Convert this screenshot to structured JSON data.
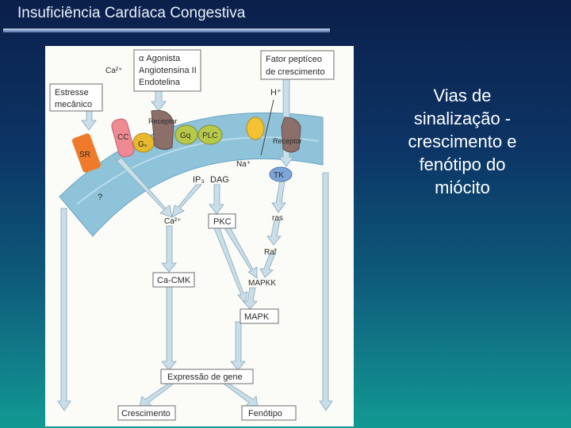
{
  "slide": {
    "title": "Insuficiência Cardíaca Congestiva",
    "side_lines": [
      "Vias de",
      "sinalização -",
      "crescimento e",
      "fenótipo do",
      "miócito"
    ]
  },
  "diagram": {
    "agonist_lines": [
      "α Agonista",
      "Angiotensina II",
      "Endotelina"
    ],
    "growth_factor_lines": [
      "Fator peptíceo",
      "de crescimento"
    ],
    "stress_lines": [
      "Estresse",
      "mecânico"
    ],
    "ca_ion": "Ca²⁺",
    "h_ion": "H⁺",
    "na_ion": "Na⁺",
    "receptor_left": "Receptor",
    "receptor_right": "Receptor",
    "sr": "SR",
    "cc": "CC",
    "gs": "Gₛ",
    "gq": "Gq",
    "plc": "PLC",
    "tk": "TK",
    "ip3": "IP₃",
    "dag": "DAG",
    "question": "?",
    "ca2_inside": "Ca²⁺",
    "pkc": "PKC",
    "ras": "ras",
    "raf": "Raf",
    "mapkk": "MAPKK",
    "ca_cmk": "Ca-CMK",
    "mapk": "MAPK",
    "gene_expression": "Expressão de gene",
    "growth": "Crescimento",
    "phenotype": "Fenótipo"
  },
  "colors": {
    "membrane": "#8fc3da",
    "arrow_fill": "#c8dee9",
    "receptor": "#8d6f6a",
    "sr": "#ee7a2a",
    "cc": "#f08a92",
    "gs": "#e8b92f",
    "gq": "#b8c94a",
    "plc": "#b8c94a",
    "tk": "#7ea5d8",
    "yellow_channel": "#f2c233"
  }
}
